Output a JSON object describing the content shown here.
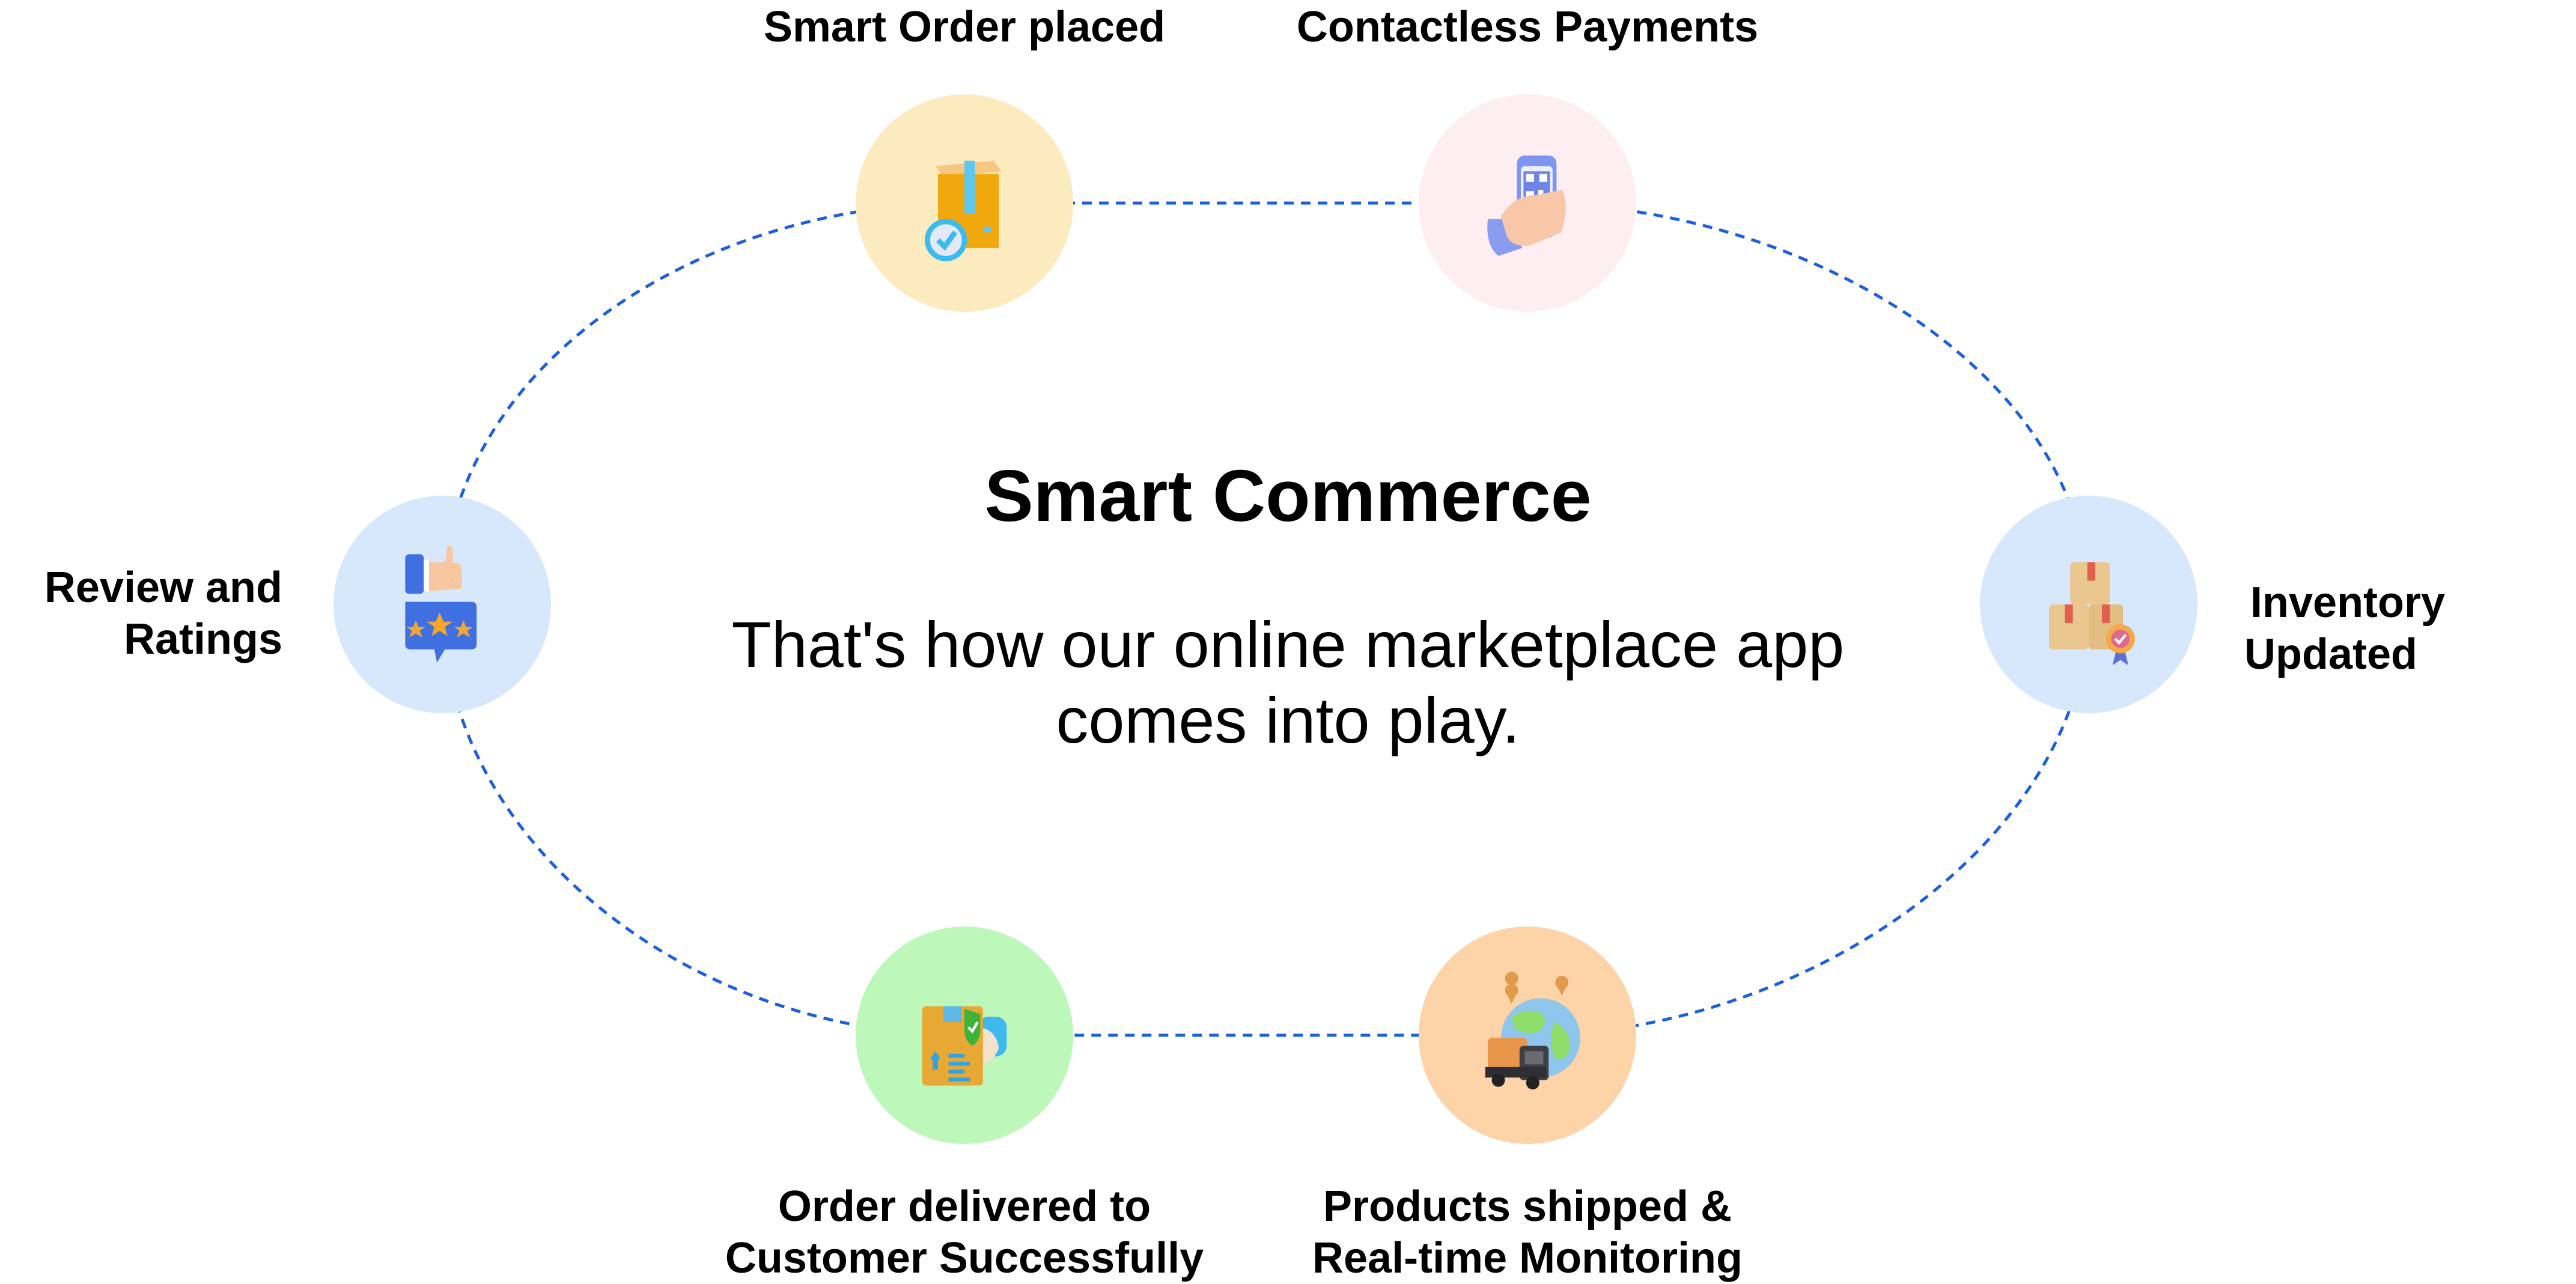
{
  "center": {
    "title": "Smart Commerce",
    "subtitle_line1": "That's how our online marketplace app",
    "subtitle_line2": "comes into play."
  },
  "steps": [
    {
      "label_lines": [
        "Smart Order placed"
      ],
      "icon": "package-check-icon",
      "bg": "#FDEBC0"
    },
    {
      "label_lines": [
        "Contactless Payments"
      ],
      "icon": "phone-qr-pay-icon",
      "bg": "#FDEEF2"
    },
    {
      "label_lines": [
        "Inventory",
        "Updated"
      ],
      "icon": "stacked-boxes-badge-icon",
      "bg": "#D8E8FC"
    },
    {
      "label_lines": [
        "Products shipped &",
        "Real-time Monitoring"
      ],
      "icon": "truck-globe-icon",
      "bg": "#FDD3A8"
    },
    {
      "label_lines": [
        "Order delivered to",
        "Customer Successfully"
      ],
      "icon": "delivered-box-shield-icon",
      "bg": "#BDF7BA"
    },
    {
      "label_lines": [
        "Review and",
        "Ratings"
      ],
      "icon": "thumbs-up-stars-icon",
      "bg": "#D8E8FC"
    }
  ],
  "colors": {
    "ring_dash": "#1A5FE0"
  }
}
